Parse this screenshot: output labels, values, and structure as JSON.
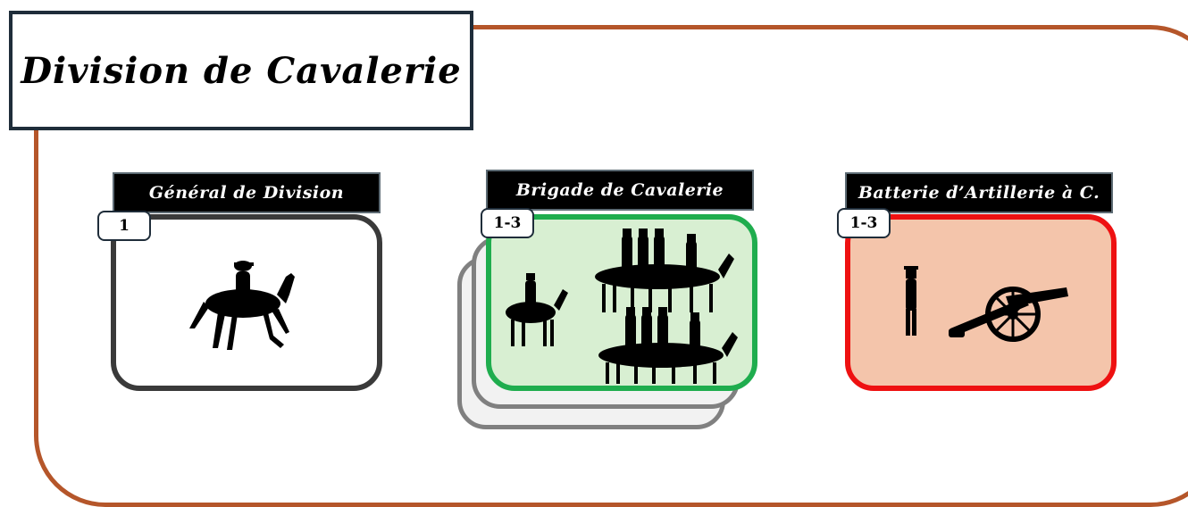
{
  "title": "Division de Cavalerie",
  "colors": {
    "frame": "#b5562a",
    "title_border": "#1f2d3a",
    "general_border": "#3a3a3a",
    "brigade_fill": "#d8efd2",
    "brigade_border": "#1fad4e",
    "stack_border": "#808080",
    "battery_fill": "#f4c5ab",
    "battery_border": "#ee1111"
  },
  "units": [
    {
      "label": "Général de Division",
      "strength": "1",
      "icon": "mounted-general-icon"
    },
    {
      "label": "Brigade de Cavalerie",
      "strength": "1-3",
      "icon": "cavalry-riders-icon"
    },
    {
      "label": "Batterie d’Artillerie à C.",
      "strength": "1-3",
      "icon": "artillery-cannon-icon"
    }
  ]
}
